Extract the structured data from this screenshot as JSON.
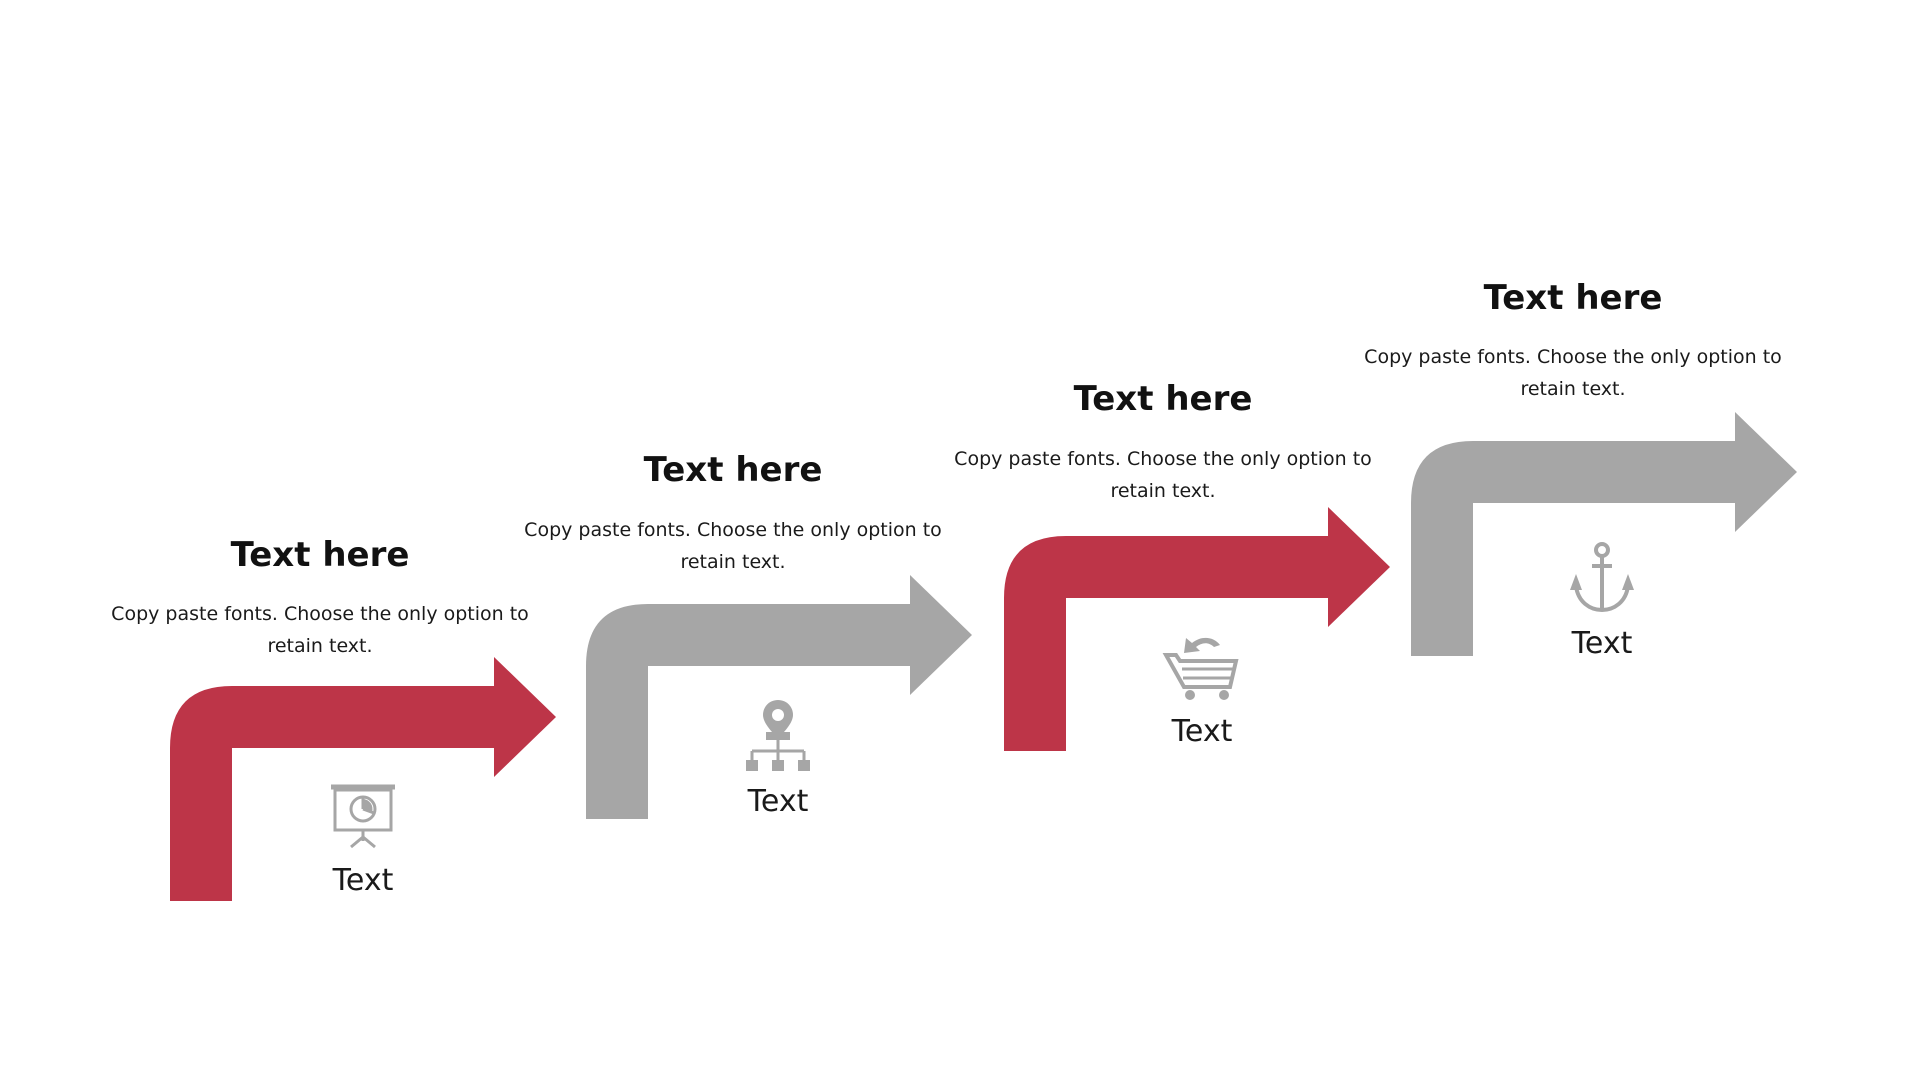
{
  "colors": {
    "accent": "#bd3548",
    "neutral": "#a6a6a6",
    "icon": "#a6a6a6"
  },
  "steps": [
    {
      "title": "Text here",
      "description": "Copy paste fonts. Choose the only option to retain text.",
      "label": "Text",
      "icon": "presentation-board-icon",
      "arrow_color": "accent"
    },
    {
      "title": "Text here",
      "description": "Copy paste fonts. Choose the only option to retain text.",
      "label": "Text",
      "icon": "location-network-icon",
      "arrow_color": "neutral"
    },
    {
      "title": "Text here",
      "description": "Copy paste fonts. Choose the only option to retain text.",
      "label": "Text",
      "icon": "cart-return-icon",
      "arrow_color": "accent"
    },
    {
      "title": "Text here",
      "description": "Copy paste fonts. Choose the only option to retain text.",
      "label": "Text",
      "icon": "anchor-icon",
      "arrow_color": "neutral"
    }
  ]
}
